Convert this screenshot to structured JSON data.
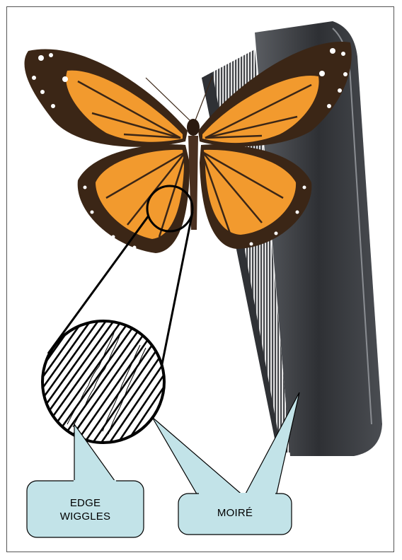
{
  "figure": {
    "callouts": [
      {
        "id": "edge-wiggles",
        "lines": [
          "EDGE",
          "WIGGLES"
        ]
      },
      {
        "id": "moire",
        "lines": [
          "MOIRÉ"
        ]
      }
    ],
    "colors": {
      "callout_fill": "#c2e3e8",
      "wing_orange": "#f29a2e",
      "wing_dark": "#3b2616",
      "comb": "#3a3c40"
    }
  }
}
